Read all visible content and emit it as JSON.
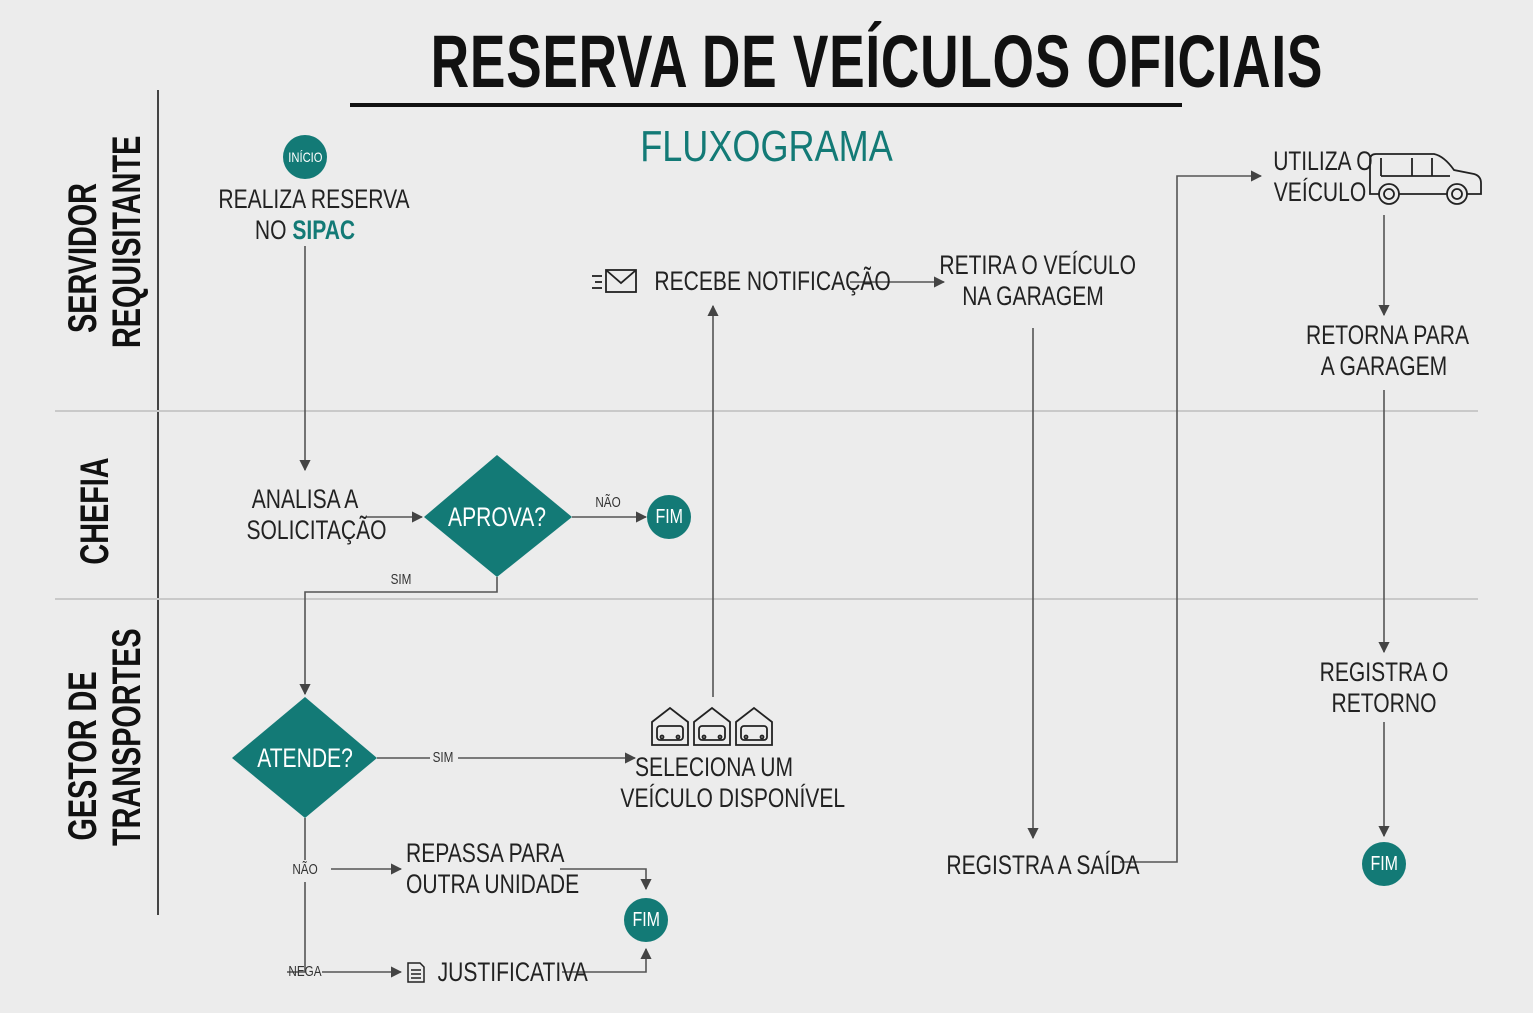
{
  "title": "RESERVA DE VEÍCULOS OFICIAIS",
  "subtitle": "FLUXOGRAMA",
  "lanes": [
    "SERVIDOR REQUISITANTE",
    "CHEFIA",
    "GESTOR DE TRANSPORTES"
  ],
  "lane_lines": {
    "servidor_1": "SERVIDOR",
    "servidor_2": "REQUISITANTE",
    "chefia": "CHEFIA",
    "gestor_1": "GESTOR DE",
    "gestor_2": "TRANSPORTES"
  },
  "nodes": {
    "inicio": "INÍCIO",
    "realiza_1": "REALIZA RESERVA",
    "realiza_2a": "NO",
    "realiza_2b": "SIPAC",
    "analisa_1": "ANALISA A",
    "analisa_2": "SOLICITAÇÃO",
    "aprova": "APROVA?",
    "nao_aprova": "NÃO",
    "fim_chefia": "FIM",
    "sim_aprova": "SIM",
    "atende": "ATENDE?",
    "sim_atende": "SIM",
    "seleciona_1": "SELECIONA UM",
    "seleciona_2": "VEÍCULO DISPONÍVEL",
    "nao_atende": "NÃO",
    "repassa_1": "REPASSA PARA",
    "repassa_2": "OUTRA UNIDADE",
    "fim_gestor": "FIM",
    "nega": "NEGA",
    "justificativa": "JUSTIFICATIVA",
    "recebe": "RECEBE NOTIFICAÇÃO",
    "retira_1": "RETIRA O VEÍCULO",
    "retira_2": "NA GARAGEM",
    "registra_saida": "REGISTRA A SAÍDA",
    "utiliza_1": "UTILIZA O",
    "utiliza_2": "VEÍCULO",
    "retorna_1": "RETORNA PARA",
    "retorna_2": "A GARAGEM",
    "registra_retorno_1": "REGISTRA O",
    "registra_retorno_2": "RETORNO",
    "fim_final": "FIM"
  },
  "icons": [
    "envelope-icon",
    "garage-car-icon",
    "document-icon",
    "suv-car-icon"
  ],
  "colors": {
    "accent": "#137a76",
    "background": "#ececec",
    "line": "#555555"
  }
}
